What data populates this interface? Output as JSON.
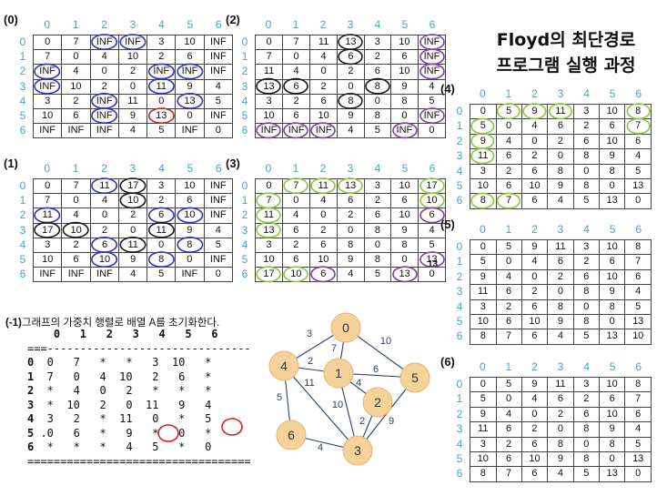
{
  "title_lines": [
    "Floyd의 최단경로",
    "프로그램 실행 과정"
  ],
  "header_indices": [
    "0",
    "1",
    "2",
    "3",
    "4",
    "5",
    "6"
  ],
  "matrices": [
    {
      "label": "(0)",
      "rows": [
        [
          "0",
          "7",
          "INF",
          "INF",
          "3",
          "10",
          "INF"
        ],
        [
          "7",
          "0",
          "4",
          "10",
          "2",
          "6",
          "INF"
        ],
        [
          "INF",
          "4",
          "0",
          "2",
          "INF",
          "INF",
          "INF"
        ],
        [
          "INF",
          "10",
          "2",
          "0",
          "11",
          "9",
          "4"
        ],
        [
          "3",
          "2",
          "INF",
          "11",
          "0",
          "13",
          "5"
        ],
        [
          "10",
          "6",
          "INF",
          "9",
          "13",
          "0",
          "INF"
        ],
        [
          "INF",
          "INF",
          "INF",
          "4",
          "5",
          "INF",
          "0"
        ]
      ]
    },
    {
      "label": "(1)",
      "rows": [
        [
          "0",
          "7",
          "11",
          "17",
          "3",
          "10",
          "INF"
        ],
        [
          "7",
          "0",
          "4",
          "10",
          "2",
          "6",
          "INF"
        ],
        [
          "11",
          "4",
          "0",
          "2",
          "6",
          "10",
          "INF"
        ],
        [
          "17",
          "10",
          "2",
          "0",
          "11",
          "9",
          "4"
        ],
        [
          "3",
          "2",
          "6",
          "11",
          "0",
          "8",
          "5"
        ],
        [
          "10",
          "6",
          "10",
          "9",
          "8",
          "0",
          "INF"
        ],
        [
          "INF",
          "INF",
          "INF",
          "4",
          "5",
          "INF",
          "0"
        ]
      ]
    },
    {
      "label": "(2)",
      "rows": [
        [
          "0",
          "7",
          "11",
          "13",
          "3",
          "10",
          "INF"
        ],
        [
          "7",
          "0",
          "4",
          "6",
          "2",
          "6",
          "INF"
        ],
        [
          "11",
          "4",
          "0",
          "2",
          "6",
          "10",
          "INF"
        ],
        [
          "13",
          "6",
          "2",
          "0",
          "8",
          "9",
          "4"
        ],
        [
          "3",
          "2",
          "6",
          "8",
          "0",
          "8",
          "5"
        ],
        [
          "10",
          "6",
          "10",
          "9",
          "8",
          "0",
          "INF"
        ],
        [
          "INF",
          "INF",
          "INF",
          "4",
          "5",
          "INF",
          "0"
        ]
      ]
    },
    {
      "label": "(3)",
      "rows": [
        [
          "0",
          "7",
          "11",
          "13",
          "3",
          "10",
          "17"
        ],
        [
          "7",
          "0",
          "4",
          "6",
          "2",
          "6",
          "10"
        ],
        [
          "11",
          "4",
          "0",
          "2",
          "6",
          "10",
          "6"
        ],
        [
          "13",
          "6",
          "2",
          "0",
          "8",
          "9",
          "4"
        ],
        [
          "3",
          "2",
          "6",
          "8",
          "0",
          "8",
          "5"
        ],
        [
          "10",
          "6",
          "10",
          "9",
          "8",
          "0",
          "13"
        ],
        [
          "17",
          "10",
          "6",
          "4",
          "5",
          "13",
          "0"
        ]
      ]
    },
    {
      "label": "(4)",
      "rows": [
        [
          "0",
          "5",
          "9",
          "11",
          "3",
          "10",
          "8"
        ],
        [
          "5",
          "0",
          "4",
          "6",
          "2",
          "6",
          "7"
        ],
        [
          "9",
          "4",
          "0",
          "2",
          "6",
          "10",
          "6"
        ],
        [
          "11",
          "6",
          "2",
          "0",
          "8",
          "9",
          "4"
        ],
        [
          "3",
          "2",
          "6",
          "8",
          "0",
          "8",
          "5"
        ],
        [
          "10",
          "6",
          "10",
          "9",
          "8",
          "0",
          "13"
        ],
        [
          "8",
          "7",
          "6",
          "4",
          "5",
          "13",
          "0"
        ]
      ]
    },
    {
      "label": "(5)",
      "rows": [
        [
          "0",
          "5",
          "9",
          "11",
          "3",
          "10",
          "8"
        ],
        [
          "5",
          "0",
          "4",
          "6",
          "2",
          "6",
          "7"
        ],
        [
          "9",
          "4",
          "0",
          "2",
          "6",
          "10",
          "6"
        ],
        [
          "11",
          "6",
          "2",
          "0",
          "8",
          "9",
          "4"
        ],
        [
          "3",
          "2",
          "6",
          "8",
          "0",
          "8",
          "5"
        ],
        [
          "10",
          "6",
          "10",
          "9",
          "8",
          "0",
          "13"
        ],
        [
          "8",
          "7",
          "6",
          "4",
          "5",
          "13",
          "10"
        ]
      ]
    },
    {
      "label": "(6)",
      "rows": [
        [
          "0",
          "5",
          "9",
          "11",
          "3",
          "10",
          "8"
        ],
        [
          "5",
          "0",
          "4",
          "6",
          "2",
          "6",
          "7"
        ],
        [
          "9",
          "4",
          "0",
          "2",
          "6",
          "10",
          "6"
        ],
        [
          "11",
          "6",
          "2",
          "0",
          "8",
          "9",
          "4"
        ],
        [
          "3",
          "2",
          "6",
          "8",
          "0",
          "8",
          "5"
        ],
        [
          "10",
          "6",
          "10",
          "9",
          "8",
          "0",
          "13"
        ],
        [
          "8",
          "7",
          "6",
          "4",
          "5",
          "13",
          "0"
        ]
      ]
    }
  ],
  "stray_label": "13",
  "init": {
    "label": "(-1)",
    "caption": "그래프의 가중치 행렬로 배열 A를 초기화한다.",
    "header": "    0   1   2   3   4   5   6",
    "top_rule": "===-------------------------------",
    "rows": [
      {
        "idx": "0",
        "cells": "  0   7   *   *   3  10   *"
      },
      {
        "idx": "1",
        "cells": "  7   0   4  10   2   6   *"
      },
      {
        "idx": "2",
        "cells": "  *   4   0   2   *   *   *"
      },
      {
        "idx": "3",
        "cells": "  *  10   2   0  11   9   4"
      },
      {
        "idx": "4",
        "cells": "  3   2   *  11   0   *   5"
      },
      {
        "idx": "5",
        "cells": " .0   6   *   9   *   0   *"
      },
      {
        "idx": "6",
        "cells": "  *   *   *   4   5   *   0"
      }
    ],
    "bottom_rule": "=================================="
  },
  "graph": {
    "nodes": [
      "0",
      "1",
      "2",
      "3",
      "4",
      "5",
      "6"
    ],
    "edges": [
      {
        "a": "0",
        "b": "4",
        "w": "3"
      },
      {
        "a": "0",
        "b": "1",
        "w": "7"
      },
      {
        "a": "0",
        "b": "5",
        "w": "10"
      },
      {
        "a": "4",
        "b": "1",
        "w": "2"
      },
      {
        "a": "1",
        "b": "5",
        "w": "6"
      },
      {
        "a": "1",
        "b": "2",
        "w": "4"
      },
      {
        "a": "1",
        "b": "3",
        "w": "10"
      },
      {
        "a": "4",
        "b": "6",
        "w": "5"
      },
      {
        "a": "4",
        "b": "3",
        "w": "11"
      },
      {
        "a": "2",
        "b": "3",
        "w": "2"
      },
      {
        "a": "5",
        "b": "3",
        "w": "9"
      },
      {
        "a": "6",
        "b": "3",
        "w": "4"
      }
    ],
    "node_fill": "#f5d29a",
    "node_stroke": "#e3b56b",
    "edge_color": "#2b3e6b",
    "weight_color": "#2b3e6b"
  },
  "colors": {
    "blue_circle": "#2c33c8",
    "black_circle": "#1a1a1a",
    "red_circle": "#d42020",
    "green_circle": "#8cc63e",
    "purple_circle": "#7a3fa8",
    "index_color": "#4aa3c8"
  }
}
